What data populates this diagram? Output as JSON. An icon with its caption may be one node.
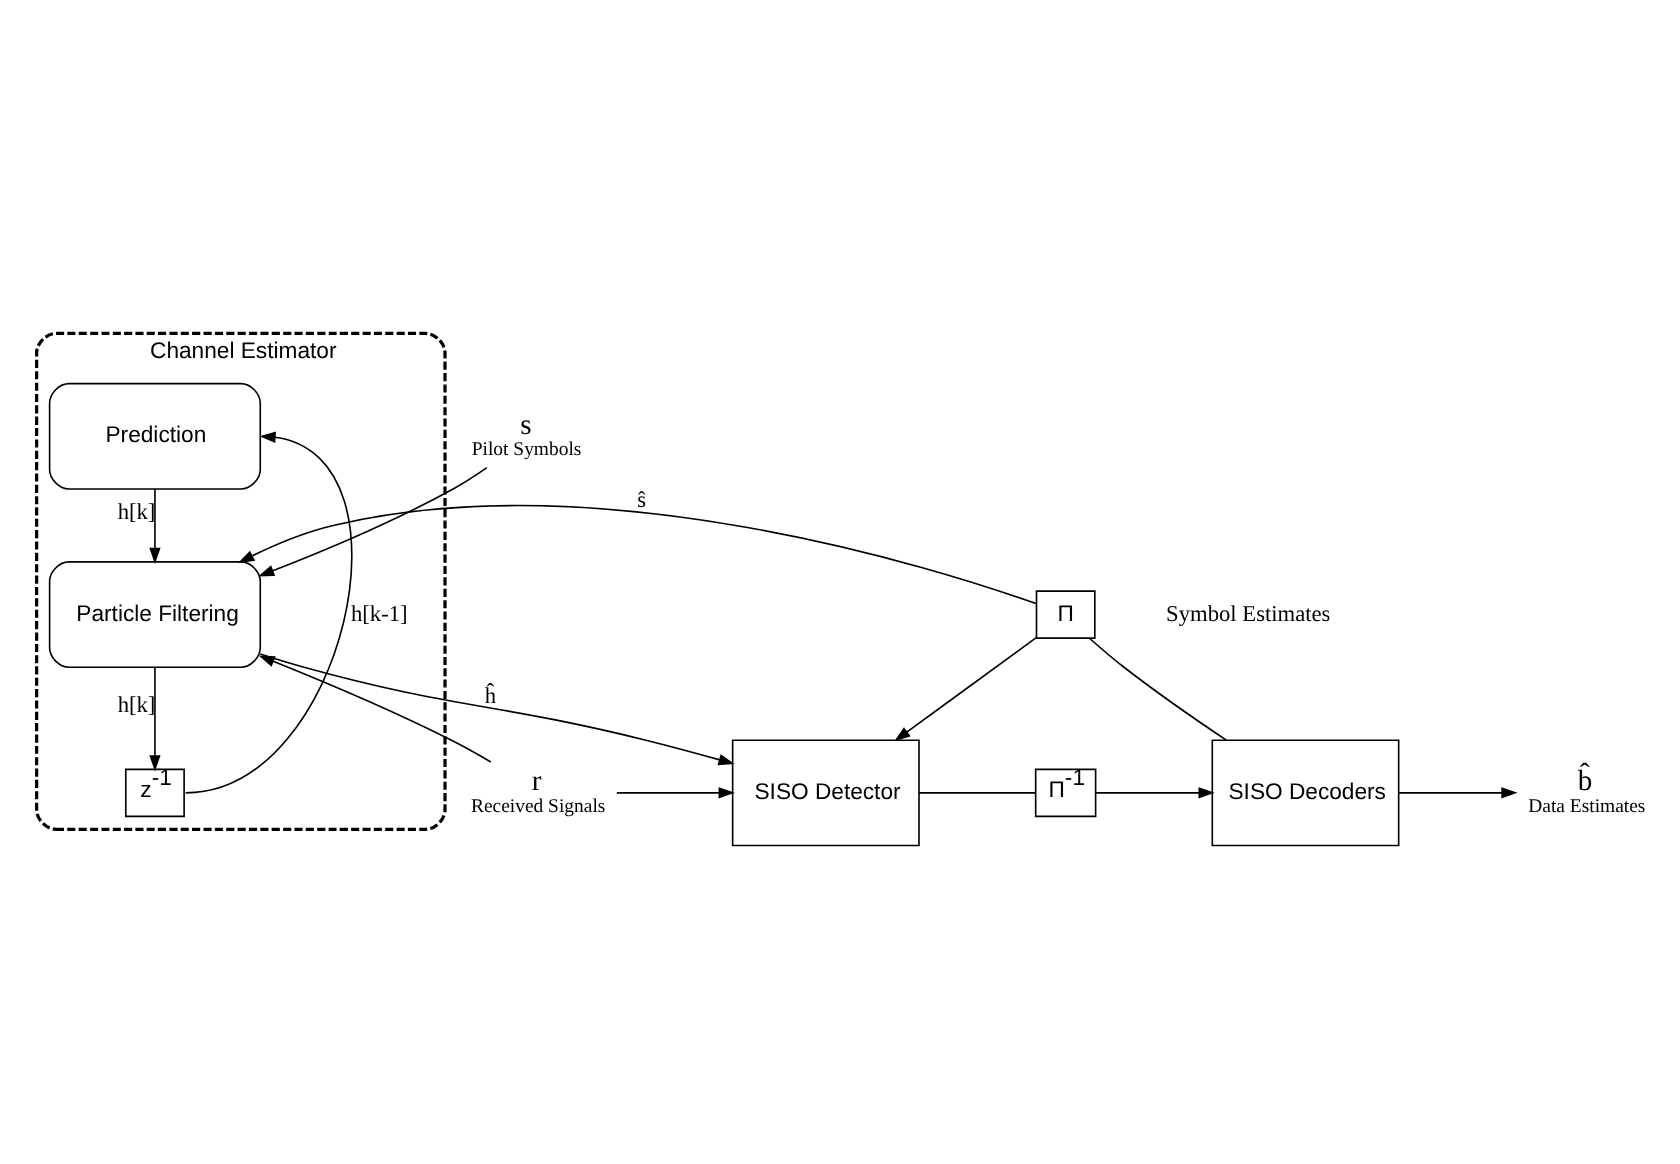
{
  "diagram": {
    "nodes": [
      {
        "text": [
          "Channel Estimator"
        ]
      },
      {
        "text": [
          "Prediction"
        ],
        "in": 0
      },
      {
        "text": [
          "Particle Filtering"
        ],
        "in": 0
      },
      {
        "text": [
          "z$^{-1}$"
        ],
        "in": 0
      },
      {
        "text": [
          "SISO Detector"
        ]
      },
      {
        "text": [
          "Π"
        ]
      },
      {
        "text": [
          "Π$^{-1}$"
        ]
      },
      {
        "text": [
          "SISO Decoders"
        ]
      },
      {
        "text": [
          "s"
        ],
        "beside": [
          "Pilot Symbols"
        ]
      },
      {
        "text": [
          "r"
        ],
        "beside": [
          "Received Signals"
        ]
      },
      {
        "text": [
          "b̂"
        ],
        "beside": [
          "Data Estimates"
        ]
      }
    ],
    "edges": [
      {
        "from": 1,
        "to": 2,
        "arrow": "to",
        "label": "h[k]"
      },
      {
        "from": 2,
        "to": 3,
        "arrow": "to",
        "label": "h[k]"
      },
      {
        "from": 3,
        "to": 1,
        "arrow": "to",
        "label": "h[k-1]"
      },
      {
        "from": 8,
        "to": 2,
        "arrow": "to"
      },
      {
        "from": 9,
        "to": 2,
        "arrow": "to"
      },
      {
        "from": 9,
        "to": 4,
        "arrow": "to"
      },
      {
        "from": 2,
        "to": 4,
        "arrow": "to",
        "label": "ĥ"
      },
      {
        "from": 5,
        "to": 4,
        "arrow": "to"
      },
      {
        "from": 5,
        "to": 2,
        "arrow": "to",
        "label": "ŝ"
      },
      {
        "from": 7,
        "to": 5,
        "arrow": "none"
      },
      {
        "from": 4,
        "to": 6,
        "arrow": "none"
      },
      {
        "from": 6,
        "to": 7,
        "arrow": "to"
      },
      {
        "from": 7,
        "to": 10,
        "arrow": "to"
      }
    ],
    "labels": [
      "Symbol Estimates"
    ]
  }
}
